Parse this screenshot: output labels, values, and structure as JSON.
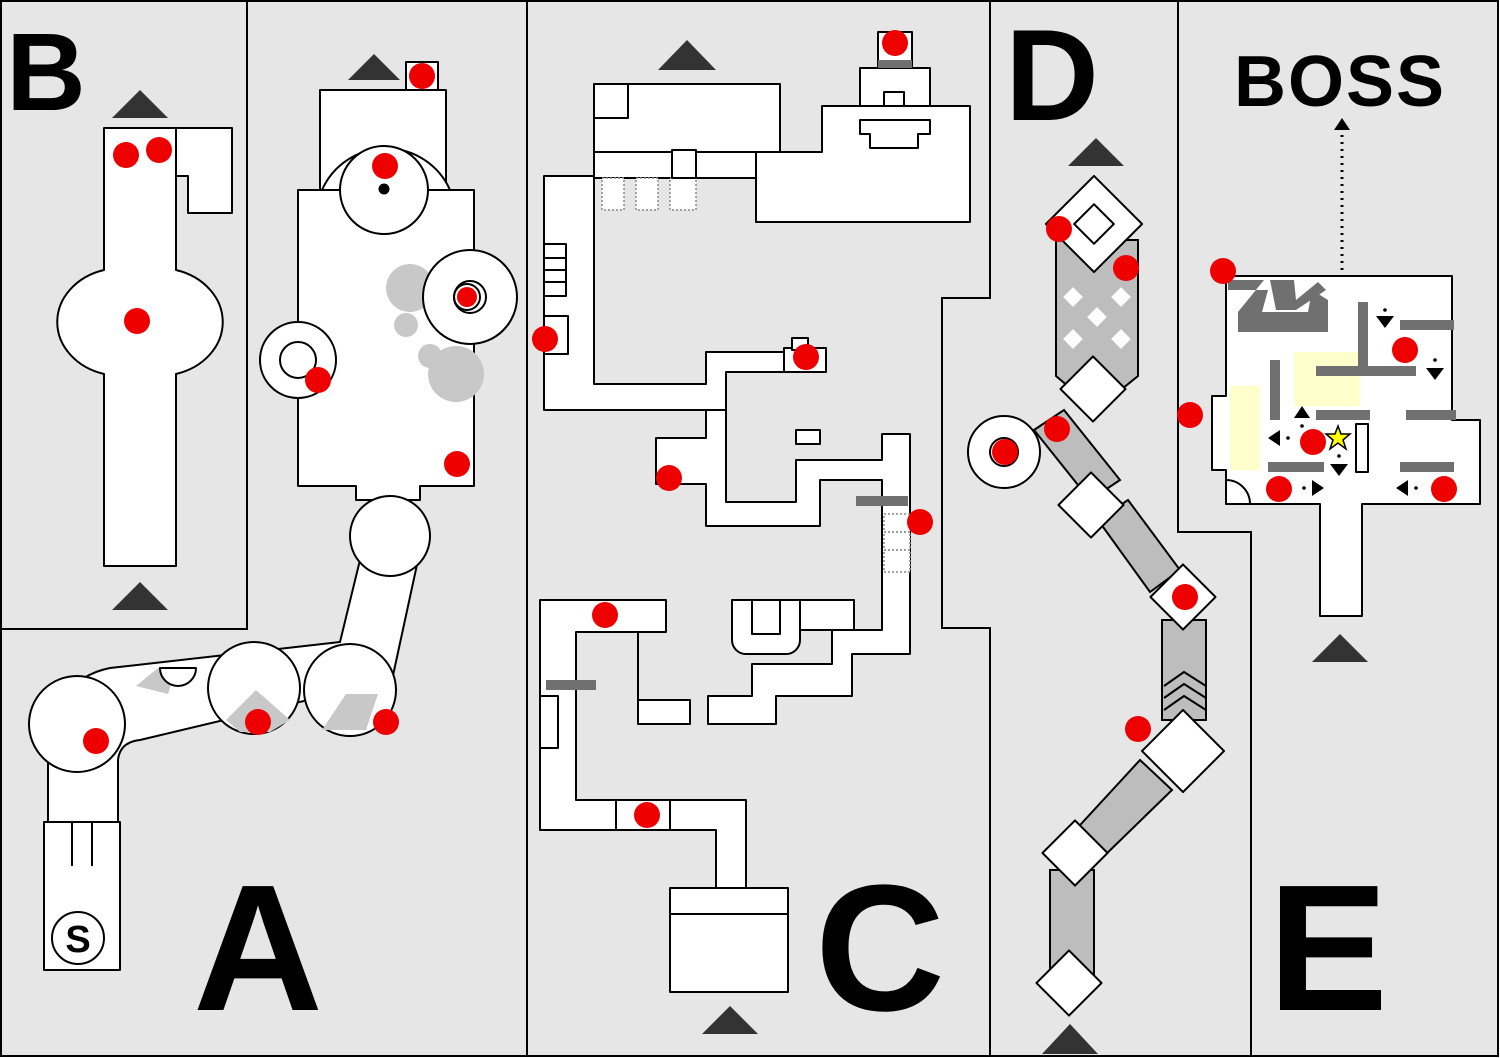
{
  "zones": [
    {
      "id": "A",
      "label": "A"
    },
    {
      "id": "B",
      "label": "B"
    },
    {
      "id": "C",
      "label": "C"
    },
    {
      "id": "D",
      "label": "D"
    },
    {
      "id": "E",
      "label": "E"
    }
  ],
  "boss": {
    "label": "BOSS"
  },
  "start_marker": {
    "label": "S"
  },
  "legend_colors": {
    "item": "#ee0000",
    "exit_arrow": "#333333",
    "region_background": "#e6e6e6",
    "room": "#ffffff",
    "special_floor": "#bdbdbd",
    "highlight_zone": "#ffffcc",
    "boss_star": "#ffff00"
  },
  "icons": {
    "item": "red-dot-icon",
    "exit": "triangle-up-icon",
    "start": "circled-s-icon",
    "boss_goal": "star-icon"
  }
}
